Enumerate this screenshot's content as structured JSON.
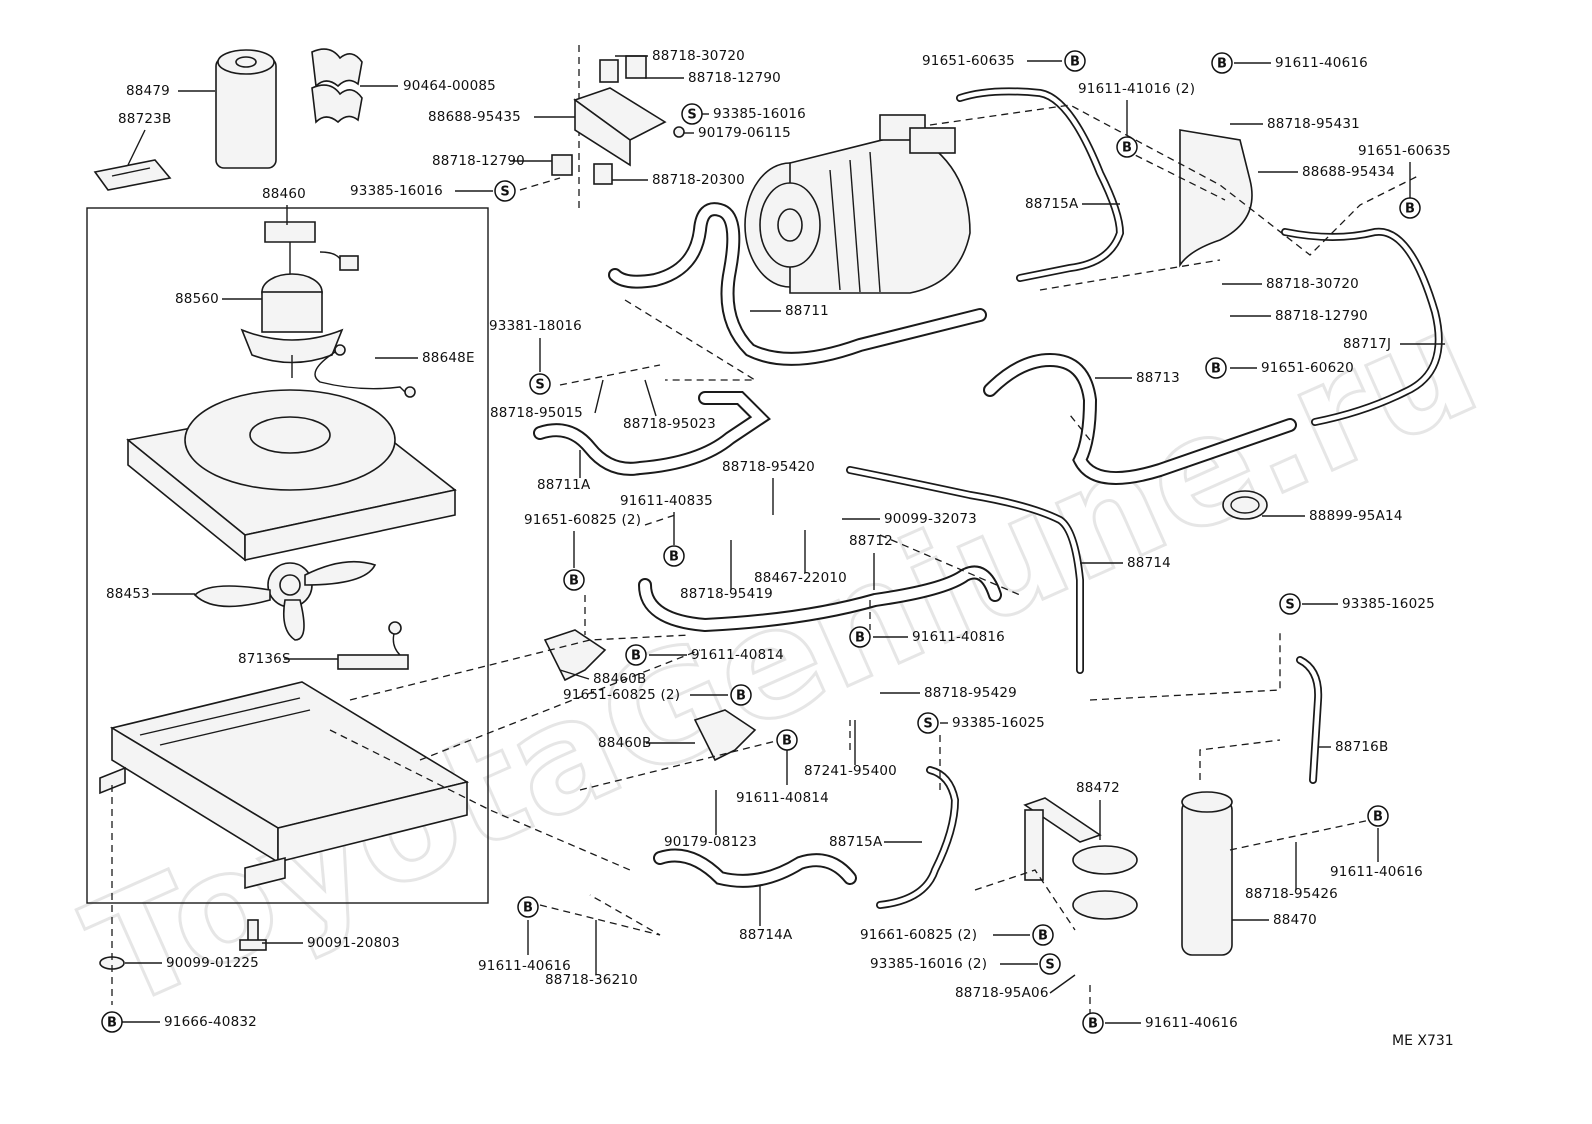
{
  "watermark": "ToyotaGeniune.ru",
  "diagram_code": "ME X731",
  "callouts": [
    {
      "id": "c1",
      "text": "88479"
    },
    {
      "id": "c2",
      "text": "90464-00085"
    },
    {
      "id": "c3",
      "text": "88723B"
    },
    {
      "id": "c4",
      "text": "88460"
    },
    {
      "id": "c5",
      "text": "88560"
    },
    {
      "id": "c6",
      "text": "88648E"
    },
    {
      "id": "c7",
      "text": "88453"
    },
    {
      "id": "c8",
      "text": "87136S"
    },
    {
      "id": "c9",
      "text": "90091-20803"
    },
    {
      "id": "c10",
      "text": "90099-01225"
    },
    {
      "id": "c11",
      "text": "91666-40832",
      "sym": "B"
    },
    {
      "id": "c12",
      "text": "88718-30720"
    },
    {
      "id": "c13",
      "text": "88718-12790"
    },
    {
      "id": "c14",
      "text": "93385-16016",
      "sym": "S"
    },
    {
      "id": "c15",
      "text": "88688-95435"
    },
    {
      "id": "c16",
      "text": "90179-06115"
    },
    {
      "id": "c17",
      "text": "88718-12790"
    },
    {
      "id": "c18",
      "text": "93385-16016",
      "sym": "S"
    },
    {
      "id": "c19",
      "text": "88718-20300"
    },
    {
      "id": "c20",
      "text": "91651-60635",
      "sym": "B"
    },
    {
      "id": "c21",
      "text": "91611-41016 (2)",
      "sym": "B"
    },
    {
      "id": "c22",
      "text": "91611-40616",
      "sym": "B"
    },
    {
      "id": "c23",
      "text": "88718-95431"
    },
    {
      "id": "c24",
      "text": "91651-60635",
      "sym": "B"
    },
    {
      "id": "c25",
      "text": "88688-95434"
    },
    {
      "id": "c26",
      "text": "88715A"
    },
    {
      "id": "c27",
      "text": "88718-30720"
    },
    {
      "id": "c28",
      "text": "88718-12790"
    },
    {
      "id": "c29",
      "text": "88717J"
    },
    {
      "id": "c30",
      "text": "91651-60620",
      "sym": "B"
    },
    {
      "id": "c31",
      "text": "88711"
    },
    {
      "id": "c32",
      "text": "93381-18016",
      "sym": "S"
    },
    {
      "id": "c33",
      "text": "88718-95015"
    },
    {
      "id": "c34",
      "text": "88718-95023"
    },
    {
      "id": "c35",
      "text": "88711A"
    },
    {
      "id": "c36",
      "text": "88713"
    },
    {
      "id": "c37",
      "text": "88718-95420"
    },
    {
      "id": "c38",
      "text": "91611-40835",
      "sym": "B"
    },
    {
      "id": "c39",
      "text": "91651-60825 (2)",
      "sym": "B"
    },
    {
      "id": "c40",
      "text": "90099-32073"
    },
    {
      "id": "c41",
      "text": "88712"
    },
    {
      "id": "c42",
      "text": "88467-22010"
    },
    {
      "id": "c43",
      "text": "88718-95419"
    },
    {
      "id": "c44",
      "text": "88899-95A14"
    },
    {
      "id": "c45",
      "text": "88714"
    },
    {
      "id": "c46",
      "text": "93385-16025",
      "sym": "S"
    },
    {
      "id": "c47",
      "text": "91611-40814",
      "sym": "B"
    },
    {
      "id": "c48",
      "text": "88460B"
    },
    {
      "id": "c49",
      "text": "91651-60825 (2)",
      "sym": "B"
    },
    {
      "id": "c50",
      "text": "91611-40816",
      "sym": "B"
    },
    {
      "id": "c51",
      "text": "88718-95429"
    },
    {
      "id": "c52",
      "text": "93385-16025",
      "sym": "S"
    },
    {
      "id": "c53",
      "text": "88460B"
    },
    {
      "id": "c54",
      "text": "91611-40814",
      "sym": "B"
    },
    {
      "id": "c55",
      "text": "87241-95400"
    },
    {
      "id": "c56",
      "text": "88716B"
    },
    {
      "id": "c57",
      "text": "88472"
    },
    {
      "id": "c58",
      "text": "90179-08123"
    },
    {
      "id": "c59",
      "text": "88715A"
    },
    {
      "id": "c60",
      "text": "91611-40616",
      "sym": "B"
    },
    {
      "id": "c61",
      "text": "88718-95426"
    },
    {
      "id": "c62",
      "text": "88470"
    },
    {
      "id": "c63",
      "text": "88714A"
    },
    {
      "id": "c64",
      "text": "91661-60825 (2)",
      "sym": "B"
    },
    {
      "id": "c65",
      "text": "93385-16016 (2)",
      "sym": "S"
    },
    {
      "id": "c66",
      "text": "91611-40616",
      "sym": "B"
    },
    {
      "id": "c67",
      "text": "88718-36210"
    },
    {
      "id": "c68",
      "text": "88718-95A06"
    },
    {
      "id": "c69",
      "text": "91611-40616",
      "sym": "B"
    }
  ]
}
